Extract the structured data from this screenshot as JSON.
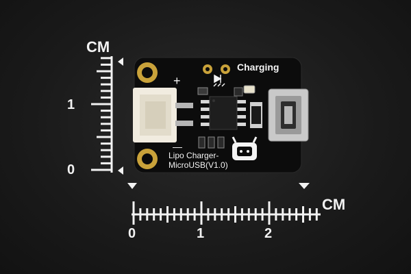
{
  "ruler_vertical": {
    "unit": "CM",
    "labels": [
      "1",
      "0"
    ]
  },
  "ruler_horizontal": {
    "unit": "CM",
    "labels": [
      "0",
      "1",
      "2"
    ]
  },
  "board": {
    "led_label": "Charging",
    "plus_mark": "+",
    "minus_mark": "—",
    "name_line1": "Lipo Charger-",
    "name_line2": "MicroUSB(V1.0)",
    "colors": {
      "pcb": "#0c0c0c",
      "gold_pad": "#c9a23a",
      "connector": "#f1ece0",
      "usb_metal": "#c9c9c9",
      "silkscreen": "#f4f4f4"
    }
  }
}
